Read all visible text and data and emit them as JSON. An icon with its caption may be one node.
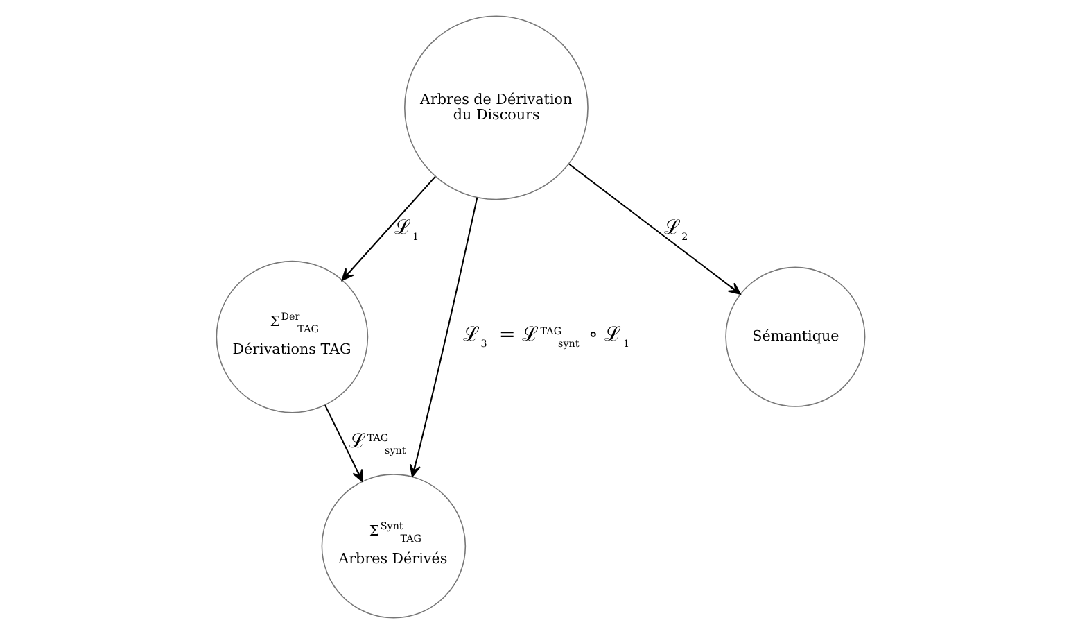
{
  "diagram": {
    "nodes": [
      {
        "text": [
          "Arbres de Dérivation du Discours"
        ]
      },
      {
        "text": [
          "Σ$^{Der}$$_{TAG}$",
          "Dérivations TAG"
        ]
      },
      {
        "text": [
          "Σ$^{Synt}$$_{TAG}$",
          "Arbres Dérivés"
        ]
      },
      {
        "text": [
          "Sémantique"
        ]
      }
    ],
    "edges": [
      {
        "from": 0,
        "to": 1,
        "arrow": "to",
        "label": "ℒ$_{1}$"
      },
      {
        "from": 1,
        "to": 2,
        "arrow": "to",
        "label": "ℒ$^{TAG}$$_{synt}$"
      },
      {
        "from": 0,
        "to": 2,
        "arrow": "to",
        "label": "ℒ$_{3}$ = ℒ$^{TAG}$$_{synt}$ ∘ ℒ$_{1}$"
      },
      {
        "from": 0,
        "to": 3,
        "arrow": "to",
        "label": "ℒ$_{2}$"
      }
    ]
  }
}
